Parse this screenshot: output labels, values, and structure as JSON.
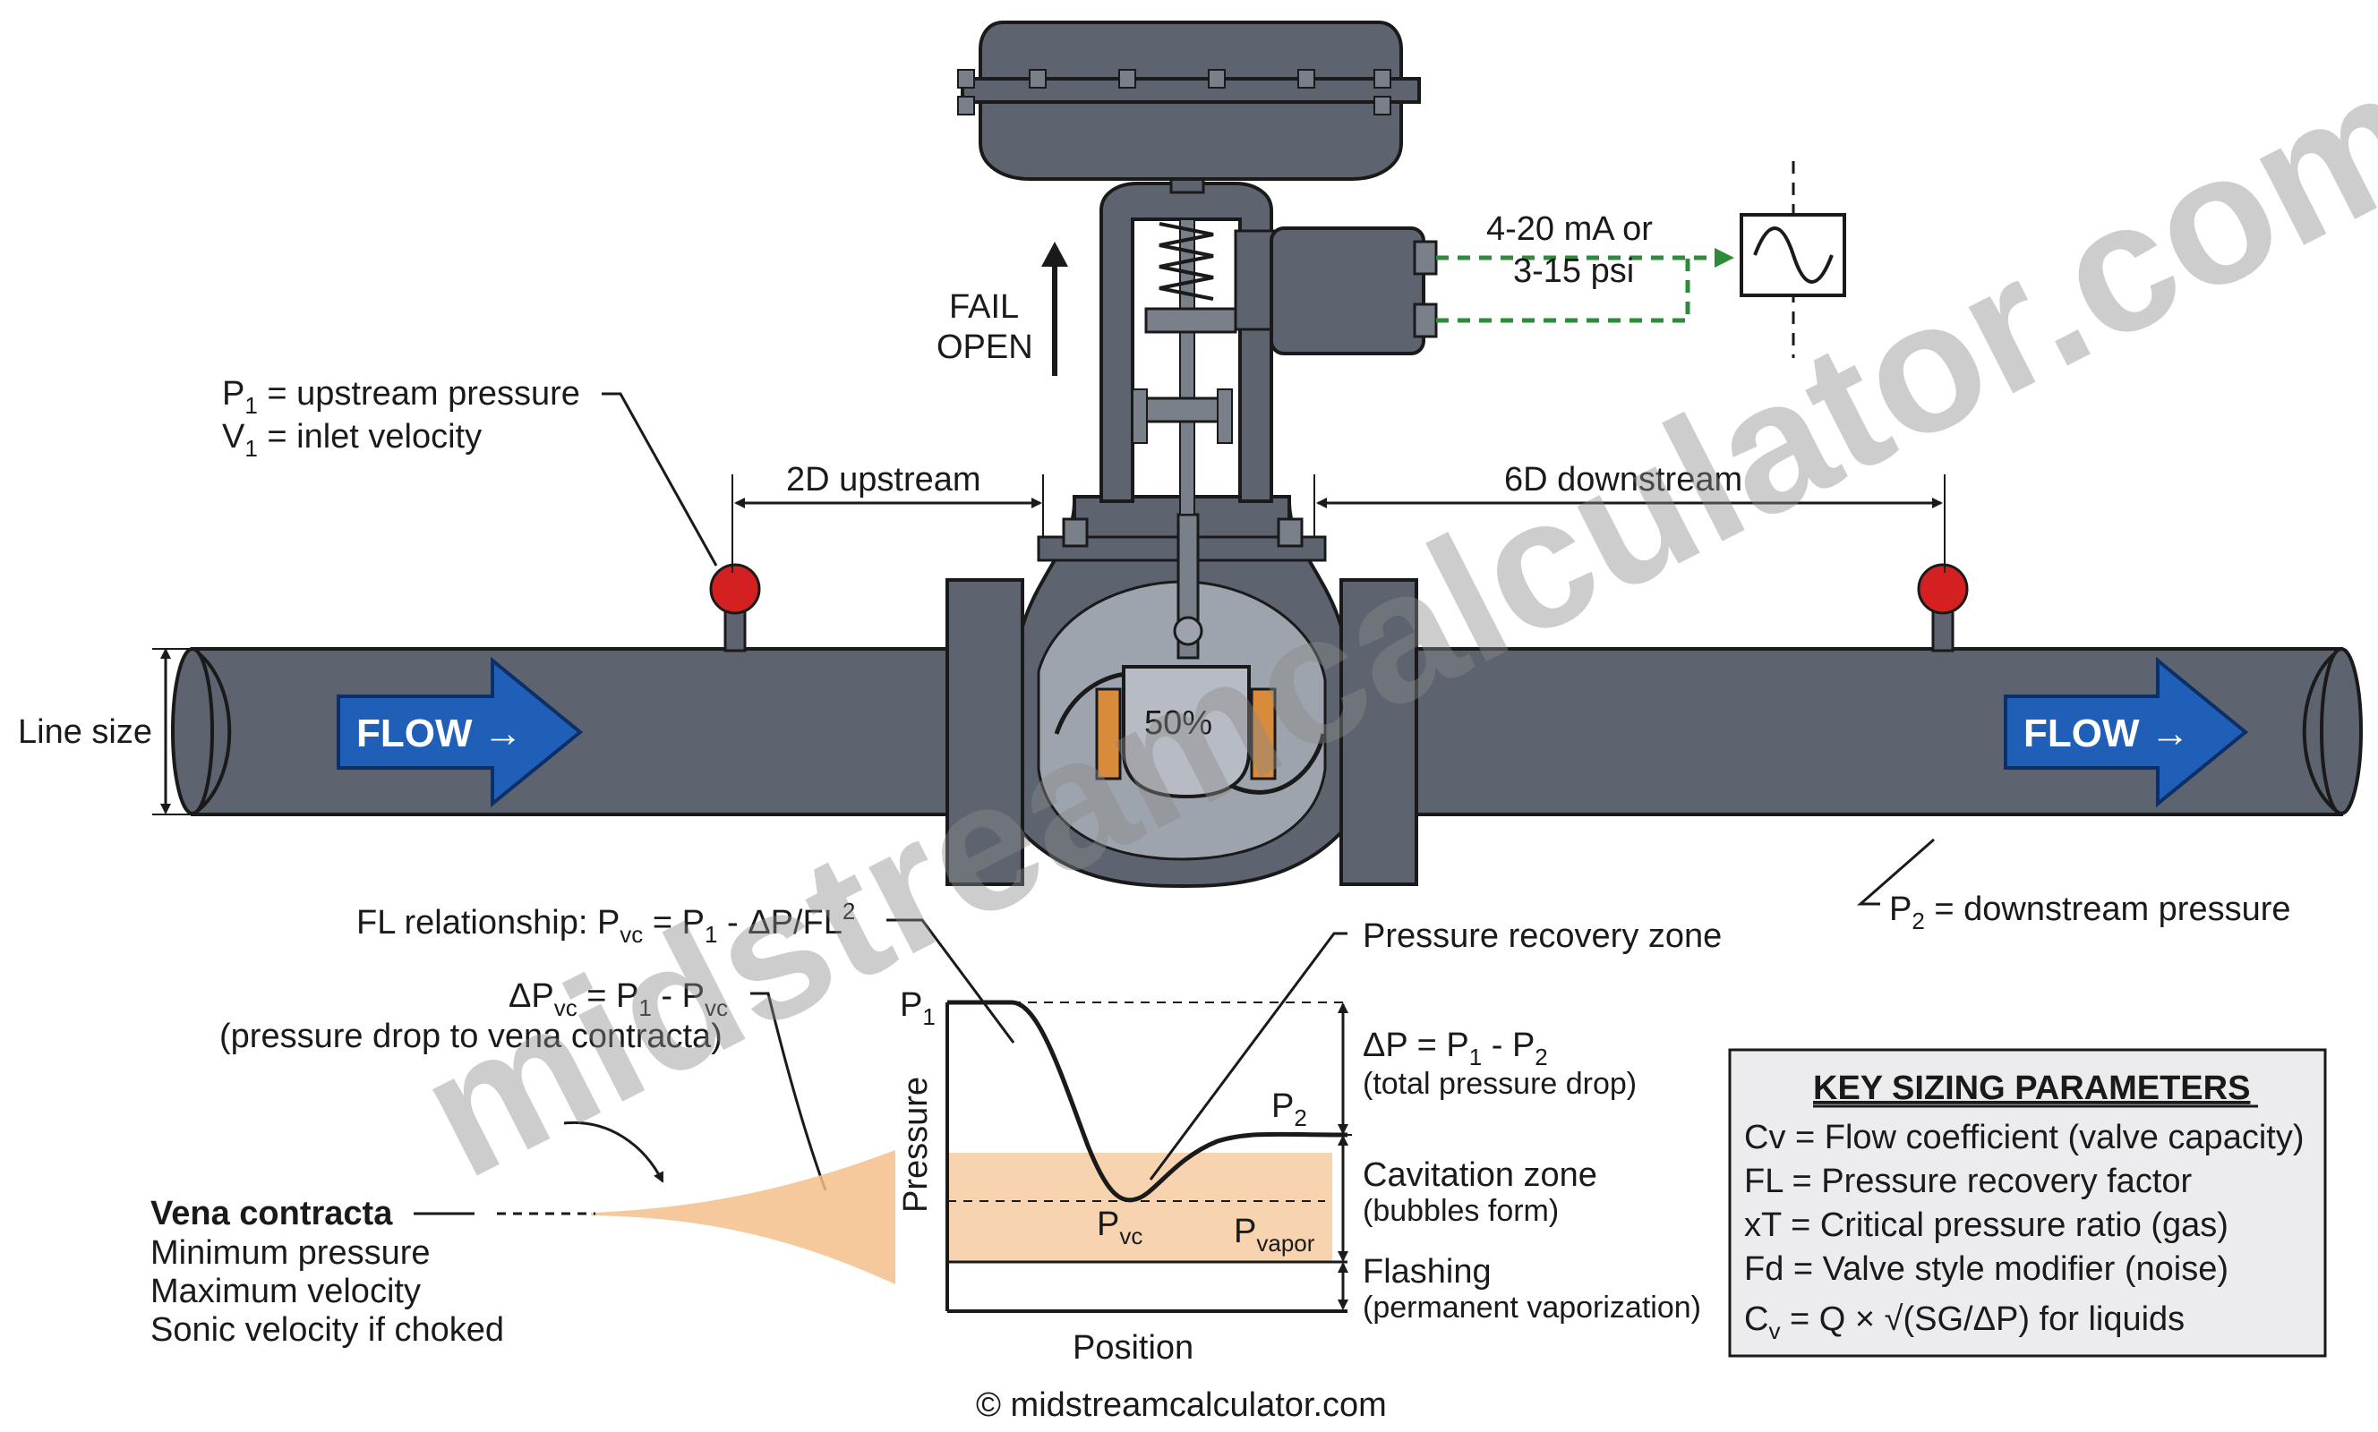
{
  "labels": {
    "p1_upstream": "P",
    "p1_sub": "1",
    "p1_rest": " = upstream pressure",
    "v1": "V",
    "v1_sub": "1",
    "v1_rest": " = inlet velocity",
    "upstream_dist": "2D upstream",
    "downstream_dist": "6D downstream",
    "line_size": "Line size",
    "fail_open_1": "FAIL",
    "fail_open_2": "OPEN",
    "signal_1": "4-20 mA or",
    "signal_2": "3-15 psi",
    "flow_left": "FLOW →",
    "flow_right": "FLOW →",
    "valve_opening": "50%",
    "p2_label": "P",
    "p2_sub": "2",
    "p2_rest": " = downstream pressure",
    "fl_rel_a": "FL relationship: P",
    "fl_rel_sub1": "vc",
    "fl_rel_b": " = P",
    "fl_rel_sub2": "1",
    "fl_rel_c": " - ΔP/FL",
    "fl_rel_sup": "2",
    "dpvc_a": "ΔP",
    "dpvc_sub1": "vc",
    "dpvc_b": " = P",
    "dpvc_sub2": "1",
    "dpvc_c": " - P",
    "dpvc_sub3": "vc",
    "dpvc_desc": "(pressure drop to vena contracta)",
    "vena_title": "Vena contracta",
    "vena_1": "Minimum pressure",
    "vena_2": "Maximum velocity",
    "vena_3": "Sonic velocity if choked",
    "recovery_zone": "Pressure recovery zone",
    "dp_a": "ΔP = P",
    "dp_sub1": "1",
    "dp_b": " - P",
    "dp_sub2": "2",
    "dp_desc": "(total pressure drop)",
    "cav_zone": "Cavitation zone",
    "cav_desc": "(bubbles form)",
    "flashing": "Flashing",
    "flashing_desc": "(permanent vaporization)",
    "axis_y": "Pressure",
    "axis_x": "Position",
    "graph_p1": "P",
    "graph_p1_sub": "1",
    "graph_p2": "P",
    "graph_p2_sub": "2",
    "graph_pvc": "P",
    "graph_pvc_sub": "vc",
    "graph_pvapor": "P",
    "graph_pvapor_sub": "vapor",
    "copyright": "© midstreamcalculator.com",
    "watermark": "midstreamcalculator.com"
  },
  "key_params": {
    "title": "KEY SIZING PARAMETERS",
    "rows": [
      "Cv = Flow coefficient (valve capacity)",
      "FL = Pressure recovery factor",
      "xT = Critical pressure ratio (gas)",
      "Fd = Valve style modifier (noise)"
    ],
    "formula_a": "C",
    "formula_sub": "v",
    "formula_b": " = Q × √(SG/ΔP) for liquids"
  },
  "colors": {
    "pipe": "#5d6470",
    "flow_arrow": "#1f5fb8",
    "tap": "#d42020",
    "signal": "#2e8b3a",
    "cavitation": "#f7d3b0",
    "trim": "#d98b3c"
  }
}
